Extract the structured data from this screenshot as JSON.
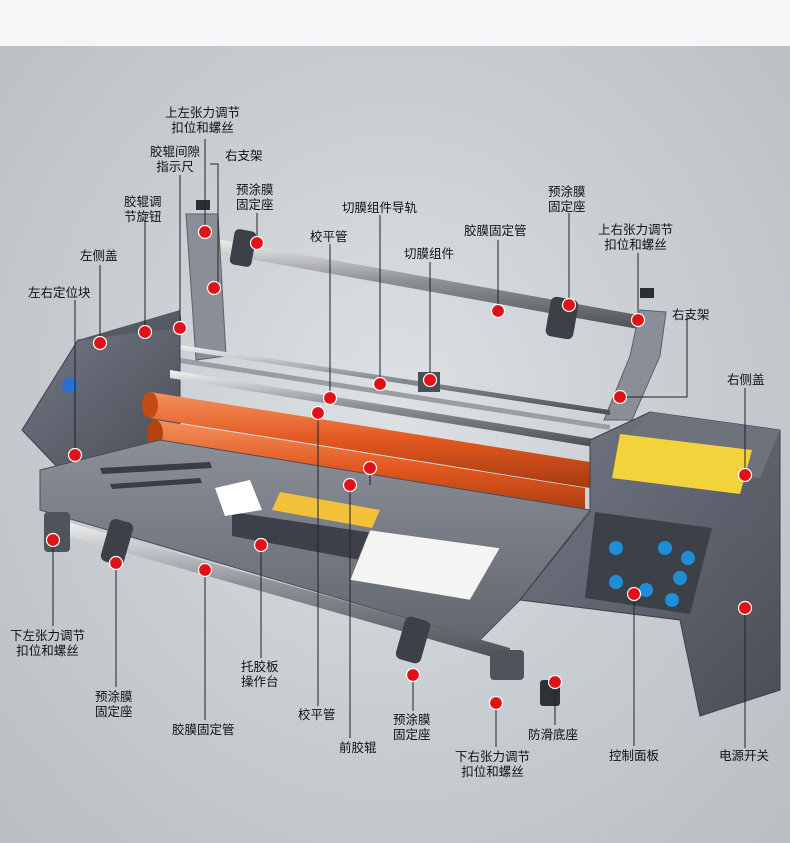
{
  "labels": {
    "upper_left_tension": "上左张力调节\n扣位和螺丝",
    "roller_gap_ruler": "胶辊间隙\n指示尺",
    "right_bracket_top": "右支架",
    "roller_knob": "胶辊调\n节旋钮",
    "film_seat_left_top": "预涂膜\n固定座",
    "cutter_guide": "切膜组件导轨",
    "left_cover": "左侧盖",
    "leveling_tube_top": "校平管",
    "film_seat_right_top": "预涂膜\n固定座",
    "upper_right_tension": "上右张力调节\n扣位和螺丝",
    "film_holder_tube_top": "胶膜固定管",
    "cutter_assembly": "切膜组件",
    "left_right_block": "左右定位块",
    "right_bracket": "右支架",
    "right_cover": "右侧盖",
    "lower_left_tension": "下左张力调节\n扣位和螺丝",
    "film_seat_bottom_left": "预涂膜\n固定座",
    "tray_panel": "托胶板\n操作台",
    "film_holder_tube_bottom": "胶膜固定管",
    "leveling_tube_bottom": "校平管",
    "film_seat_bottom_right": "预涂膜\n固定座",
    "front_roller": "前胶辊",
    "lower_right_tension": "下右张力调节\n扣位和螺丝",
    "anti_slip_base": "防滑底座",
    "control_panel": "控制面板",
    "power_switch": "电源开关"
  },
  "colors": {
    "marker": "#e01218",
    "line": "#222222",
    "roller": "#e2581f",
    "body": "#5f6470"
  }
}
